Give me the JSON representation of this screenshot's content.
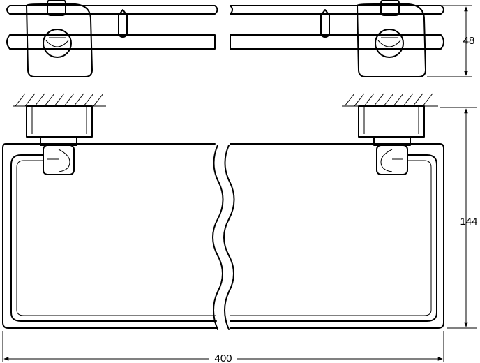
{
  "dimensions": {
    "height_top": "48",
    "height_front": "144",
    "width": "400"
  },
  "colors": {
    "stroke": "#000000",
    "background": "#ffffff"
  }
}
